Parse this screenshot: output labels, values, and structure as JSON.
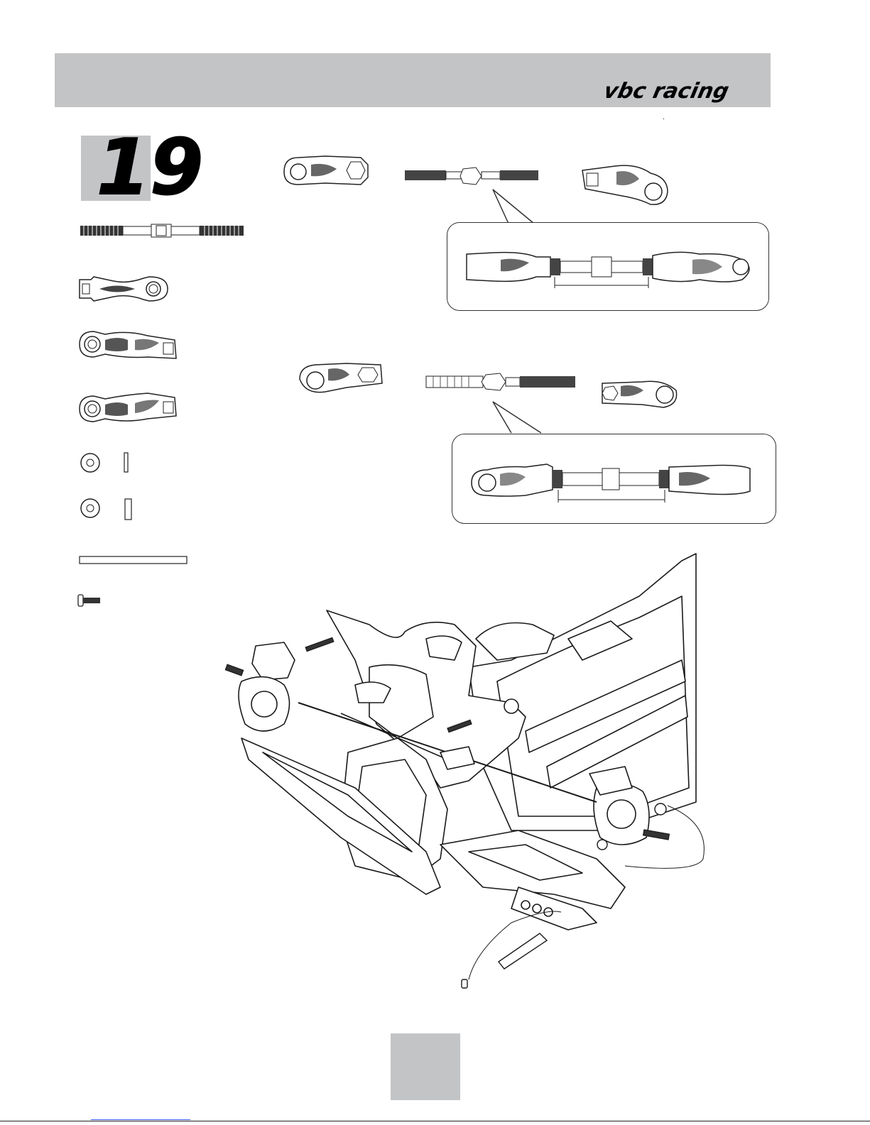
{
  "header": {
    "brand_logo_text": "vbc racing",
    "step_number": "19",
    "stray_mark": "."
  },
  "colors": {
    "header_gray": "#c3c4c6",
    "line_art": "#1a1a1a"
  },
  "icons": [
    "turnbuckle-icon",
    "ball-cup-icon",
    "offset-ball-cup-icon",
    "washer-icon",
    "spacer-icon",
    "hinge-pin-icon",
    "screw-icon",
    "chassis-assembly-drawing"
  ]
}
